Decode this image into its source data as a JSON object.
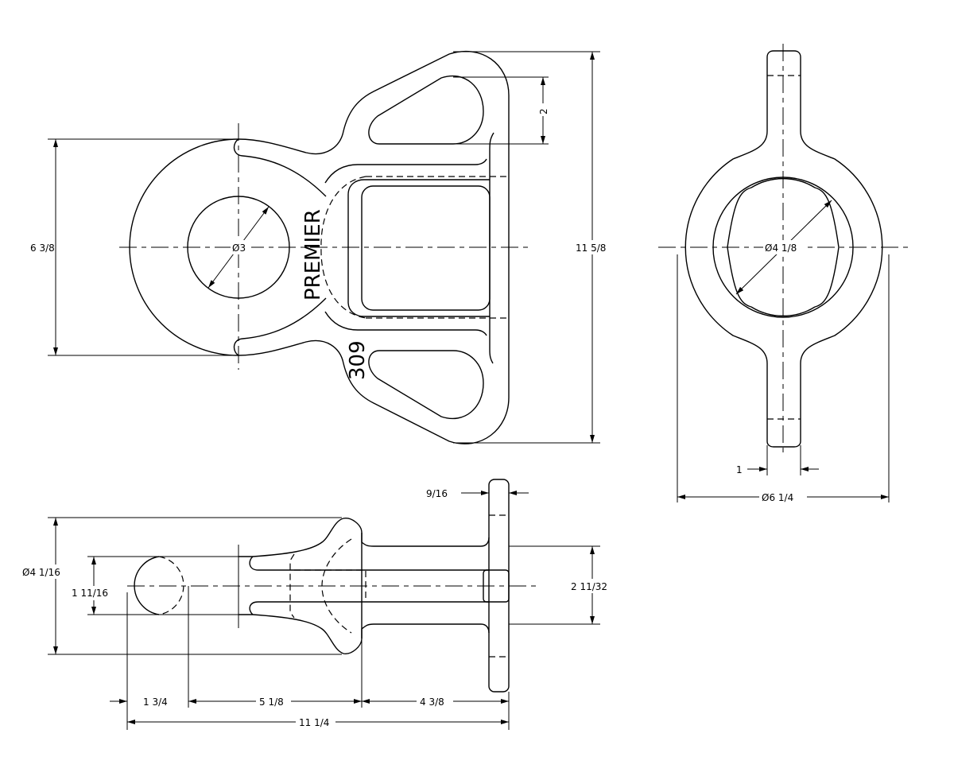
{
  "drawing": {
    "marking_text": "PREMIER",
    "part_number": "309",
    "front_view": {
      "dim_height": "6 3/8",
      "dim_hole_dia": "Ø3",
      "dim_overall_height": "11 5/8",
      "dim_slot": "2"
    },
    "side_view": {
      "dim_inner_dia": "Ø4 1/8",
      "dim_lug_width": "1",
      "dim_outer_dia": "Ø6 1/4"
    },
    "top_view": {
      "dim_flange_thickness": "9/16",
      "dim_outer_dia": "Ø4 1/16",
      "dim_ring_dia": "1 11/16",
      "dim_stem_height": "2 11/32",
      "dim_ring": "1 3/4",
      "dim_shank": "5 1/8",
      "dim_stem": "4 3/8",
      "dim_overall_length": "11 1/4"
    }
  }
}
